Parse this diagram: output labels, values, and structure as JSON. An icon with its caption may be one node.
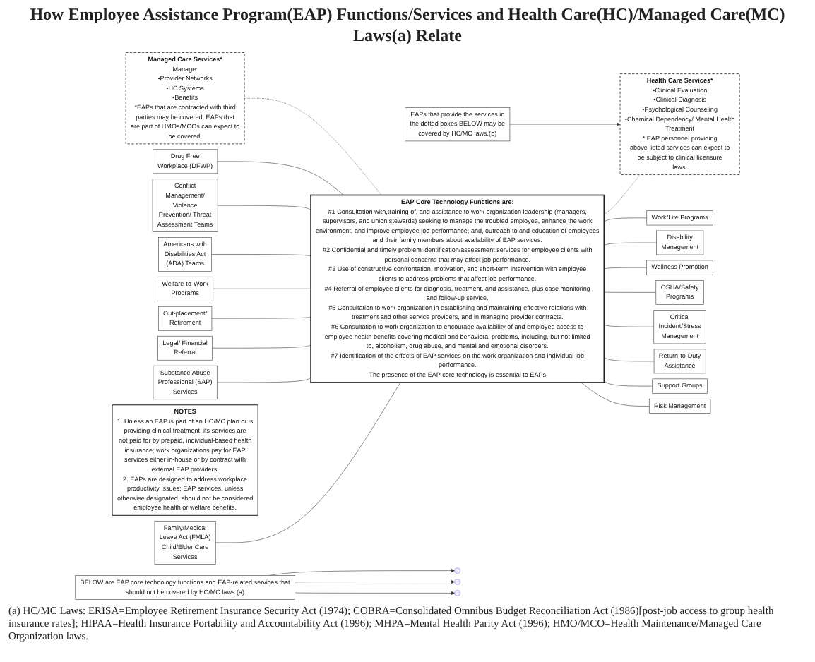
{
  "diagram": {
    "title": "How Employee Assistance Program(EAP) Functions/Services and Health Care(HC)/Managed Care(MC) Laws(a) Relate",
    "caption": "(a) HC/MC Laws: ERISA=Employee Retirement Insurance Security Act (1974); COBRA=Consolidated Omnibus Budget Reconciliation Act (1986)[post-job access to group health insurance rates]; HIPAA=Health Insurance Portability and Accountability Act (1996); MHPA=Mental Health Parity Act (1996); HMO/MCO=Health Maintenance/Managed Care Organization laws.",
    "nodes": [
      {
        "text": [
          "BELOW are EAP core technology functions and EAP-related services that should not be covered by HC/MC laws.(a)"
        ]
      },
      {
        "text": [
          "EAPs that provide the services in the dotted boxes BELOW may be covered by HC/MC laws.(b)"
        ]
      },
      {
        "text": [
          "Family/Medical Leave Act (FMLA) Child/Elder Care Services"
        ]
      },
      {
        "text": [
          "Substance Abuse Professional (SAP) Services"
        ]
      },
      {
        "text": [
          "Risk Management"
        ]
      },
      {
        "text": [
          "Support Groups"
        ]
      },
      {
        "text": [
          "Return-to-Duty Assistance"
        ]
      },
      {
        "text": [
          "Critical Incident/Stress Management"
        ]
      },
      {
        "text": [
          "Health Care Services*",
          "•Clinical Evaluation",
          "•Clinical Diagnosis",
          "•Psychological Counseling",
          "•Chemical Dependency/ Mental Health Treatment",
          "* EAP personnel providing above-listed services can expect to be subject to clinical licensure laws."
        ]
      },
      {
        "text": [
          "Legal/ Financial Referral"
        ]
      },
      {
        "text": [
          "EAP Core Technology Functions are:",
          "#1 Consultation with,training of, and assistance to work organization leadership (managers, supervisors, and union stewards) seeking to manage the troubled employee, enhance the work environment, and improve employee job performance; and, outreach to and education of employees and their family members about availability of EAP services.",
          "#2 Confidential and timely problem identification/assessment services for employee clients with personal concerns that may affect job performance.",
          "#3 Use of constructive confrontation, motivation, and short-term intervention with employee clients to address problems that affect job performance.",
          "#4 Referral of employee clients for diagnosis, treatment, and assistance, plus case monitoring and follow-up service.",
          "#5 Consultation to work organization in establishing and maintaining effective relations with treatment and other service providers, and in managing provider contracts.",
          "#6 Consultation to work organization to encourage availability of and employee access to employee health benefits covering medical and behavioral problems, including, but not limited to, alcoholism, drug abuse, and mental and emotional disorders.",
          "#7 Identification of the effects of EAP services on the work organization and individual job performance.",
          "The presence of the EAP core technology is essential to EAPs"
        ]
      },
      {
        "text": [
          "Out-placement/ Retirement"
        ]
      },
      {
        "text": [
          "Managed Care Services*",
          "Manage:",
          "•Provider Networks",
          "•HC Systems",
          "•Benefits",
          "*EAPs that are contracted with third parties may be covered; EAPs that are part of HMOs/MCOs can expect to be covered."
        ]
      },
      {
        "text": [
          "Welfare-to-Work Programs"
        ]
      },
      {
        "text": [
          "Americans with Disabilities Act (ADA) Teams"
        ]
      },
      {
        "text": [
          "NOTES",
          "1. Unless an EAP is part of an HC/MC plan or is providing clinical treatment, its services are not paid for by prepaid, individual-based health insurance; work organizations pay for EAP services either in-house or by contract with external EAP providers.",
          "2. EAPs are designed to address workplace productivity issues; EAP services, unless otherwise designated, should not be considered employee health or welfare benefits."
        ]
      },
      {
        "text": [
          "Conflict Management/ Violence Prevention/ Threat Assessment Teams"
        ]
      },
      {
        "text": [
          "Drug Free Workplace (DFWP)"
        ]
      },
      {
        "text": [
          "OSHA/Safety Programs"
        ]
      },
      {
        "text": [
          "Wellness Promotion"
        ]
      },
      {
        "text": [
          "Disability Management"
        ]
      },
      {
        "text": [
          "Work/Life Programs"
        ]
      }
    ],
    "edges": [
      {
        "from": 0,
        "to": null,
        "arrow": "to"
      },
      {
        "from": 0,
        "to": null,
        "arrow": "to"
      },
      {
        "from": 0,
        "to": null,
        "arrow": "to"
      },
      {
        "from": 1,
        "to": 8,
        "arrow": "to"
      },
      {
        "from": 2,
        "to": 10,
        "arrow": "none"
      },
      {
        "from": 3,
        "to": 10,
        "arrow": "none"
      },
      {
        "from": 10,
        "to": 4,
        "arrow": "none"
      },
      {
        "from": 10,
        "to": 5,
        "arrow": "none"
      },
      {
        "from": 10,
        "to": 6,
        "arrow": "none"
      },
      {
        "from": 10,
        "to": 7,
        "arrow": "none"
      },
      {
        "from": 9,
        "to": 10,
        "arrow": "none"
      },
      {
        "from": 11,
        "to": 10,
        "arrow": "none"
      },
      {
        "from": 13,
        "to": 10,
        "arrow": "none"
      },
      {
        "from": 14,
        "to": 10,
        "arrow": "none"
      },
      {
        "from": 16,
        "to": 10,
        "arrow": "none"
      },
      {
        "from": 17,
        "to": 10,
        "arrow": "none"
      },
      {
        "from": 10,
        "to": 18,
        "arrow": "none"
      },
      {
        "from": 10,
        "to": 19,
        "arrow": "none"
      },
      {
        "from": 10,
        "to": 20,
        "arrow": "none"
      },
      {
        "from": 10,
        "to": 21,
        "arrow": "none"
      },
      {
        "from": 10,
        "to": 8,
        "arrow": "none",
        "style": "dashed"
      },
      {
        "from": 12,
        "to": 10,
        "arrow": "none",
        "style": "dashed"
      }
    ]
  }
}
